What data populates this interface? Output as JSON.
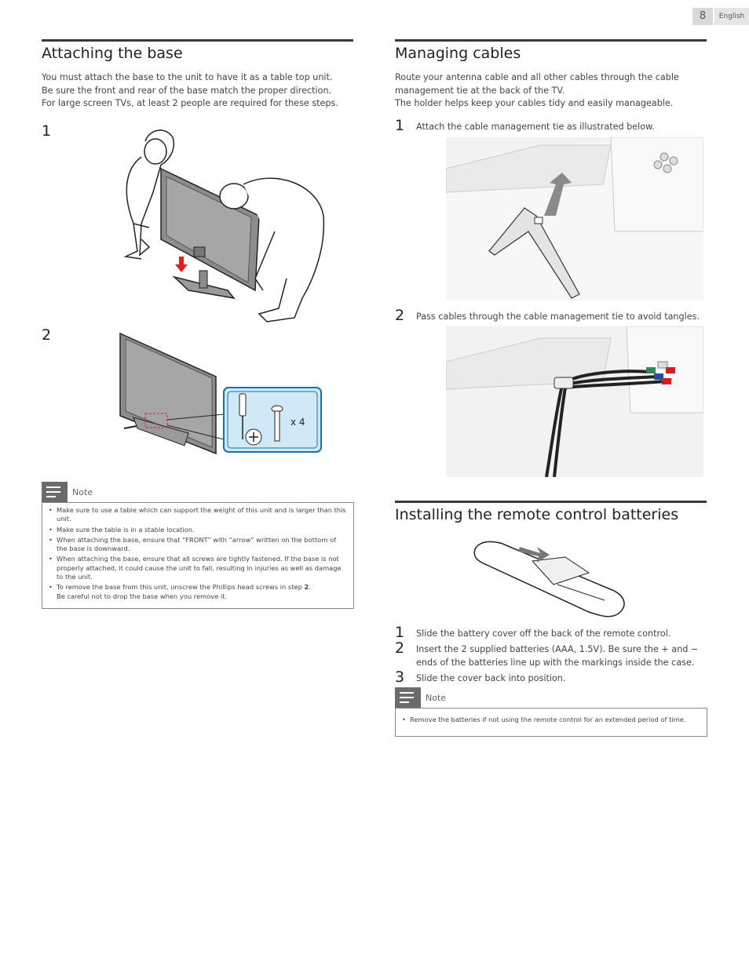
{
  "header": {
    "page_number": "8",
    "language": "English"
  },
  "left": {
    "title": "Attaching the base",
    "intro": [
      "You must attach the base to the unit to have it as a table top unit.",
      "Be sure the front and rear of the base match the proper direction.",
      "For large screen TVs, at least 2 people are required for these steps."
    ],
    "step1_num": "1",
    "step2_num": "2",
    "screw_count": "x 4",
    "note_label": "Note",
    "notes": [
      "Make sure to use a table which can support the weight of this unit and is larger than this unit.",
      "Make sure the table is in a stable location.",
      "When attaching the base, ensure that “FRONT” with “arrow” written on the bottom of the base is downward.",
      "When attaching the base, ensure that all screws are tightly fastened. If the base is not properly attached, it could cause the unit to fall, resulting in injuries as well as damage to the unit."
    ],
    "note5_a": "To remove the base from this unit, unscrew the Phillips head screws in step ",
    "note5_bold": "2",
    "note5_b": ".",
    "note5_c": "Be careful not to drop the base when you remove it."
  },
  "right": {
    "cables_title": "Managing cables",
    "cables_intro": [
      "Route your antenna cable and all other cables through the cable",
      "management tie at the back of the TV.",
      "The holder helps keep your cables tidy and easily manageable."
    ],
    "cables_steps": [
      {
        "num": "1",
        "text": "Attach the cable management tie as illustrated below."
      },
      {
        "num": "2",
        "text": "Pass cables through the cable management tie to avoid tangles."
      }
    ],
    "remote_title": "Installing the remote control batteries",
    "remote_steps": [
      {
        "num": "1",
        "text": "Slide the battery cover off the back of the remote control."
      },
      {
        "num": "2",
        "text": "Insert the 2 supplied batteries (AAA, 1.5V). Be sure the + and − ends of the batteries line up with the markings inside the case."
      },
      {
        "num": "3",
        "text": "Slide the cover back into position."
      }
    ],
    "note_label": "Note",
    "notes": [
      "Remove the batteries if not using the remote control for an extended period of time."
    ]
  },
  "colors": {
    "arrow_red": "#e02020",
    "callout_blue": "#cfe9f7",
    "callout_border": "#1a6fb0",
    "rule": "#3a3a3a"
  }
}
